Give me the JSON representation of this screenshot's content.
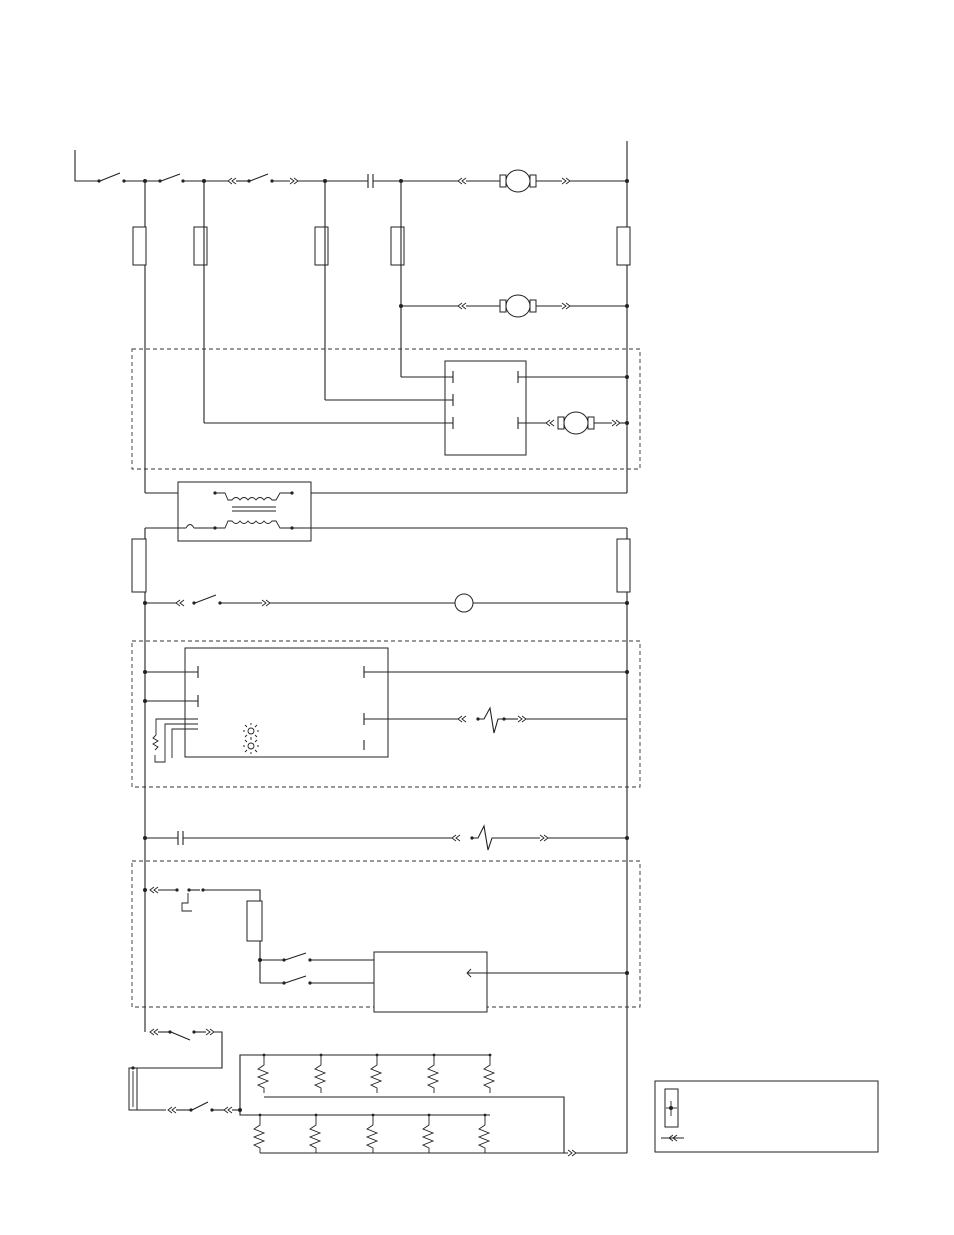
{
  "diagram": {
    "type": "wiring-schematic",
    "labels_visible": false,
    "colors": {
      "line": "#222222",
      "background": "#ffffff"
    },
    "components": {
      "fuses": 9,
      "fan_motors": 3,
      "lamp": 1,
      "transformer": 1,
      "heater_elements_upper": 5,
      "heater_elements_lower": 5,
      "capacitors": 2,
      "control_modules": 3,
      "dashed_assemblies": 3
    },
    "legend": {
      "items": [
        {
          "icon": "terminal-icon",
          "text": ""
        },
        {
          "icon": "connector-icon",
          "text": ""
        }
      ]
    }
  }
}
